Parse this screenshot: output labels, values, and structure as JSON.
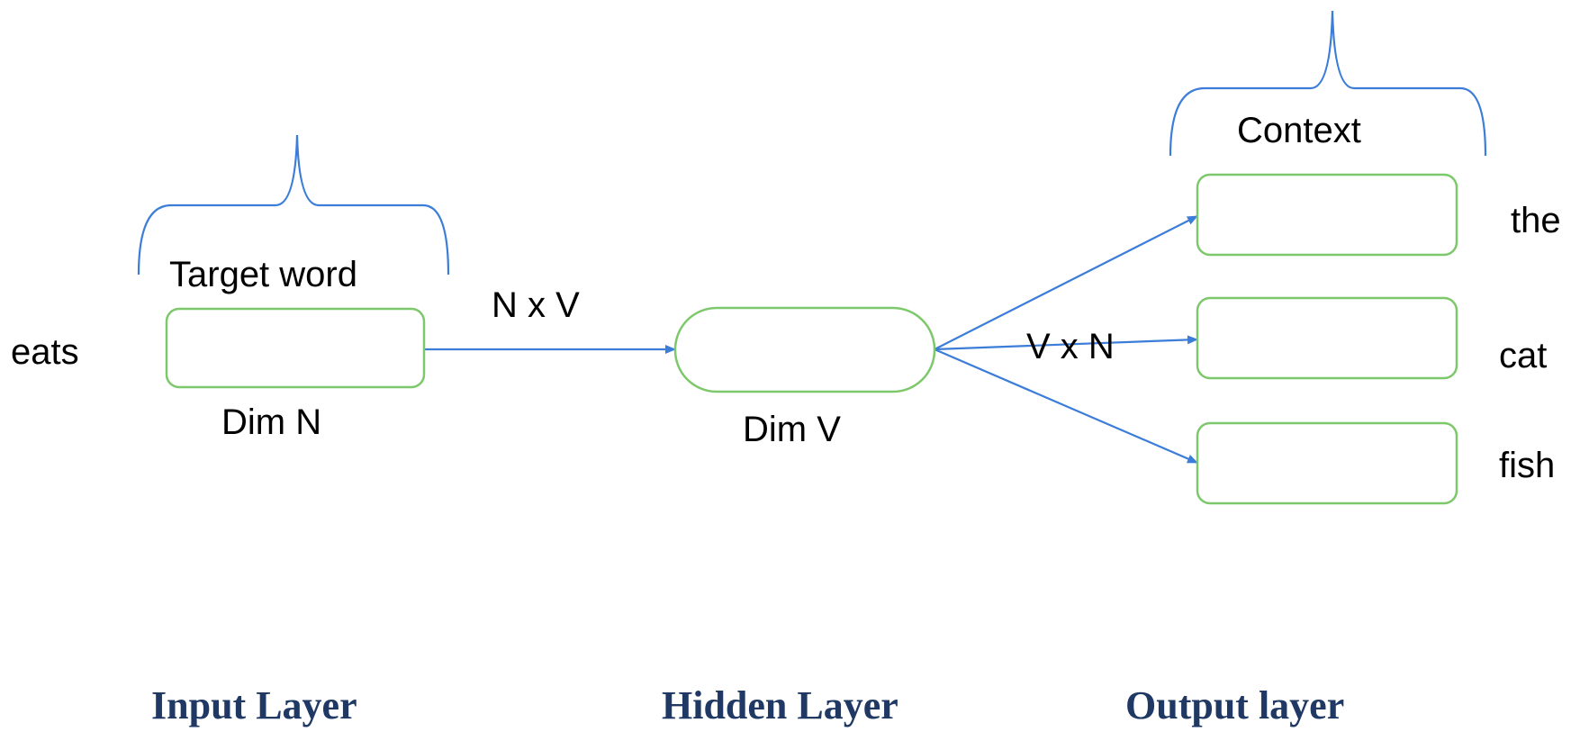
{
  "colors": {
    "node_stroke": "#7cc86a",
    "edge": "#3b7dd8",
    "brace": "#3b7dd8",
    "layer_title": "#1f3864"
  },
  "input": {
    "word": "eats",
    "group_label": "Target word",
    "dim_label": "Dim N"
  },
  "hidden": {
    "dim_label": "Dim V"
  },
  "output": {
    "group_label": "Context",
    "words": [
      "the",
      "cat",
      "fish"
    ]
  },
  "weights": {
    "input_to_hidden": "N x V",
    "hidden_to_output": "V x N"
  },
  "layers": {
    "input": "Input Layer",
    "hidden": "Hidden Layer",
    "output": "Output layer"
  }
}
